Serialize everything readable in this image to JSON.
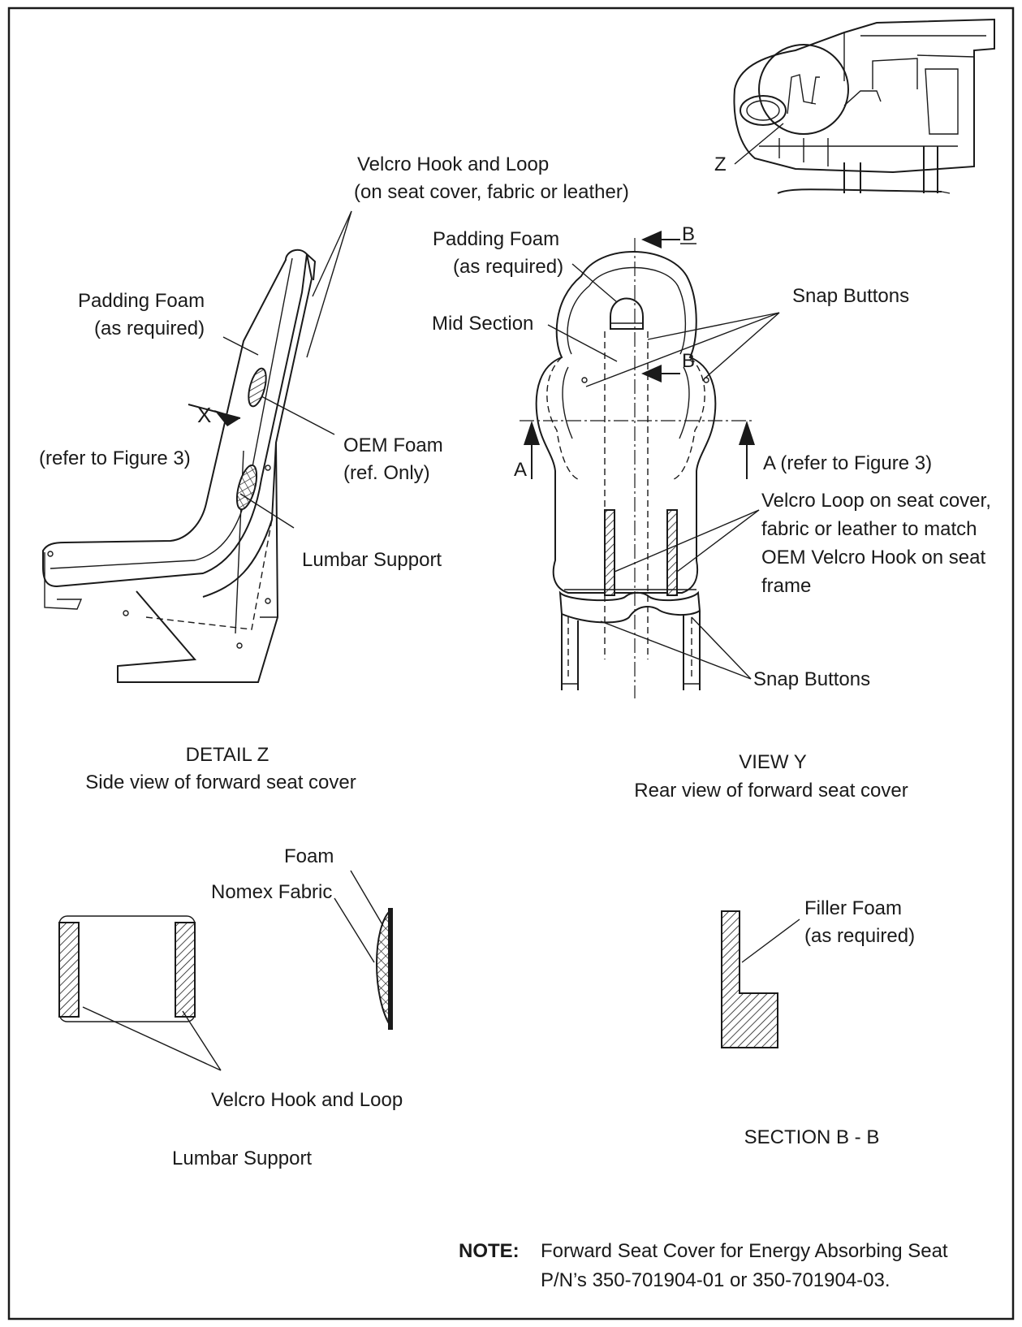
{
  "labels": {
    "velcro_top_1": "Velcro Hook and Loop",
    "velcro_top_2": "(on seat cover, fabric or leather)",
    "padding_left_1": "Padding Foam",
    "padding_left_2": "(as required)",
    "x_marker": "X",
    "refer_fig3_left": "(refer to Figure 3)",
    "oem_foam_1": "OEM Foam",
    "oem_foam_2": "(ref. Only)",
    "lumbar_support_side": "Lumbar Support",
    "padding_rear_1": "Padding Foam",
    "padding_rear_2": "(as required)",
    "mid_section": "Mid Section",
    "snap_buttons_top": "Snap Buttons",
    "b_marker_top": "B",
    "b_marker_mid": "B",
    "a_marker_left": "A",
    "a_refer_right": "A (refer to Figure 3)",
    "velcro_loop_1": "Velcro Loop on seat cover,",
    "velcro_loop_2": "fabric or leather to match",
    "velcro_loop_3": "OEM Velcro Hook on seat",
    "velcro_loop_4": "frame",
    "snap_buttons_bottom": "Snap Buttons",
    "z_marker": "Z",
    "detail_z_title": "DETAIL Z",
    "detail_z_sub": "Side view of forward seat cover",
    "view_y_title": "VIEW Y",
    "view_y_sub": "Rear view of forward seat cover",
    "foam": "Foam",
    "nomex_fabric": "Nomex Fabric",
    "velcro_hook_loop_bottom": "Velcro Hook and Loop",
    "lumbar_support_title": "Lumbar Support",
    "filler_foam_1": "Filler Foam",
    "filler_foam_2": "(as required)",
    "section_bb": "SECTION B - B",
    "note_label": "NOTE:",
    "note_line_1": "Forward Seat Cover for Energy Absorbing Seat",
    "note_line_2": "P/N’s 350-701904-01 or 350-701904-03."
  }
}
